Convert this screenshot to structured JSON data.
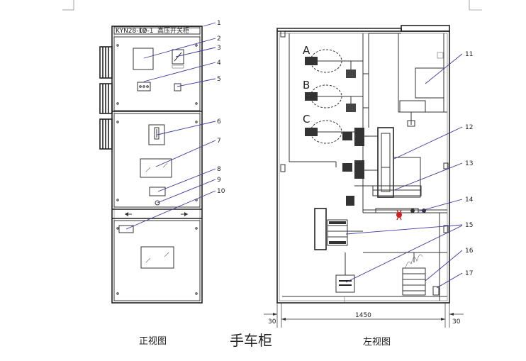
{
  "front_view": {
    "caption": "正视图",
    "nameplate": [
      "KYN28-12",
      "00-1",
      "高压开关柜"
    ],
    "callouts": [
      "1",
      "2",
      "3",
      "4",
      "5",
      "6",
      "7",
      "8",
      "9",
      "10"
    ]
  },
  "title": "手车柜",
  "side_view": {
    "caption": "左视图",
    "phases": [
      "A",
      "B",
      "C"
    ],
    "callouts": [
      "11",
      "12",
      "13",
      "14",
      "15",
      "16",
      "17"
    ],
    "dimensions": {
      "left": "30",
      "width": "1450",
      "right": "30"
    }
  }
}
